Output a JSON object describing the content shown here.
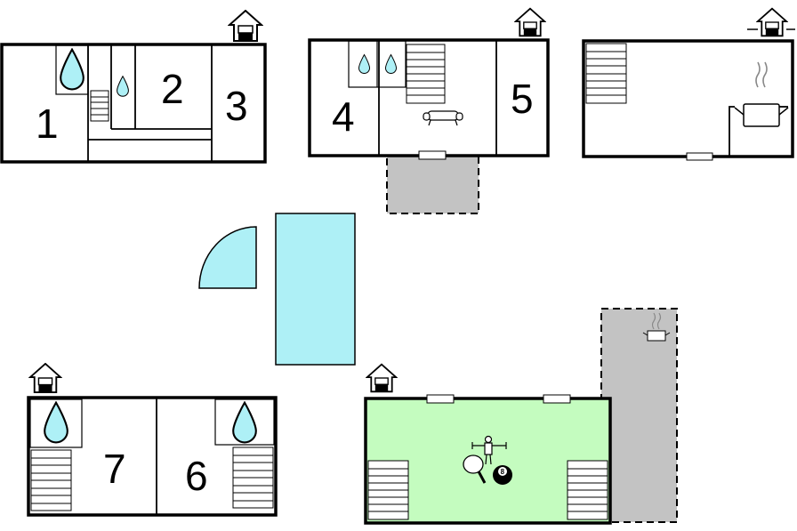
{
  "colors": {
    "wall": "#000000",
    "water": "#aef0f6",
    "game_room": "#c4fcbf",
    "terrace": "#c3c3c3",
    "background": "#ffffff"
  },
  "icons": [
    "house-icon",
    "water-drop-icon",
    "stairs-icon",
    "sofa-icon",
    "cooking-pot-icon",
    "table-football-icon",
    "table-tennis-icon",
    "billiard-ball-icon"
  ],
  "rooms": {
    "r1": "1",
    "r2": "2",
    "r3": "3",
    "r4": "4",
    "r5": "5",
    "r6": "6",
    "r7": "7"
  },
  "billiard_ball_label": "8"
}
